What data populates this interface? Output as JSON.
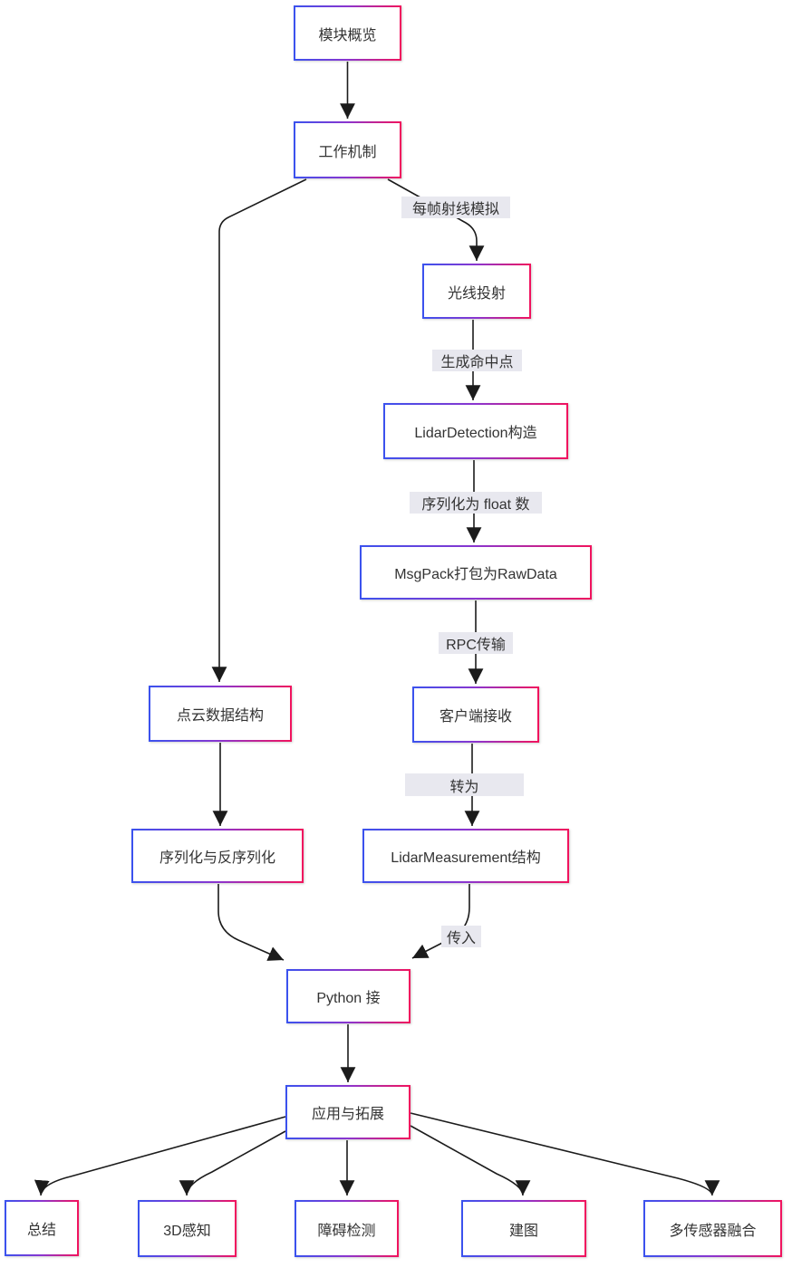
{
  "diagram": {
    "type": "flowchart",
    "direction": "top-down",
    "nodes": {
      "overview": "模块概览",
      "mechanism": "工作机制",
      "raycast": "光线投射",
      "lidar_detection": "LidarDetection构造",
      "msgpack": "MsgPack打包为RawData",
      "client": "客户端接收",
      "pointcloud": "点云数据结构",
      "serialization": "序列化与反序列化",
      "lidar_measurement": "LidarMeasurement结构",
      "python_api": "Python 接",
      "applications": "应用与拓展",
      "summary": "总结",
      "perception_3d": "3D感知",
      "obstacle": "障碍检测",
      "mapping": "建图",
      "fusion": "多传感器融合"
    },
    "edge_labels": {
      "per_frame": "每帧射线模拟",
      "hit_points": "生成命中点",
      "serialize_float": "序列化为 float 数",
      "rpc": "RPC传输",
      "convert": "转为",
      "pass_in": "传入"
    },
    "colors": {
      "border_start": "#3b52ee",
      "border_mid": "#8b35cf",
      "border_end": "#f1135e",
      "edge_label_bg": "#e8e8ef",
      "node_bg": "#ffffff",
      "text": "#333333",
      "line": "#1b1b1b"
    }
  }
}
